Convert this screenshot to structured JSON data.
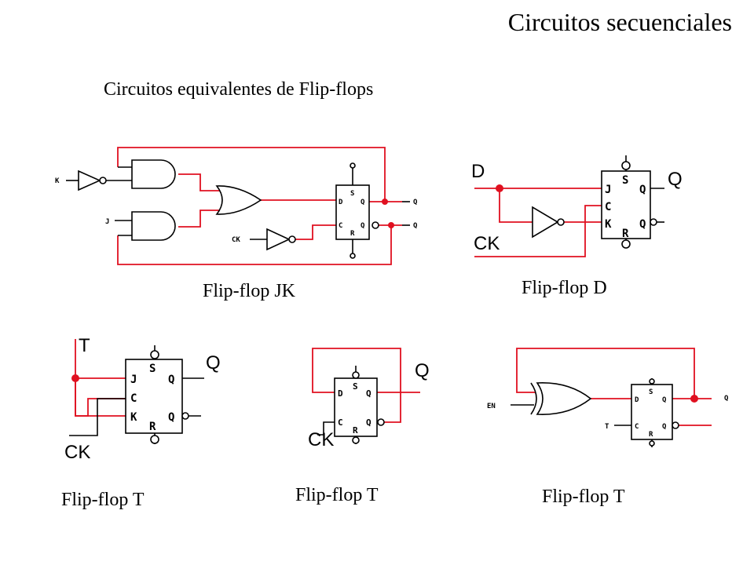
{
  "slide": {
    "title": "Circuitos secuenciales",
    "subtitle": "Circuitos equivalentes de Flip-flops"
  },
  "colors": {
    "wire": "#000000",
    "highlight_wire": "#e01020",
    "background": "#ffffff"
  },
  "diagrams": {
    "jk": {
      "caption": "Flip-flop JK",
      "labels": {
        "k": "K",
        "j": "J",
        "ck": "CK",
        "d": "D",
        "c": "C",
        "s": "S",
        "r": "R",
        "q": "Q",
        "qn": "Q"
      }
    },
    "d": {
      "caption": "Flip-flop D",
      "labels": {
        "d_in": "D",
        "ck_in": "CK",
        "j": "J",
        "c": "C",
        "k": "K",
        "s": "S",
        "r": "R",
        "q": "Q",
        "qn": "Q",
        "q_out": "Q"
      }
    },
    "t1": {
      "caption": "Flip-flop T",
      "labels": {
        "t_in": "T",
        "ck_in": "CK",
        "j": "J",
        "c": "C",
        "k": "K",
        "s": "S",
        "r": "R",
        "q": "Q",
        "qn": "Q",
        "q_out": "Q"
      }
    },
    "t2": {
      "caption": "Flip-flop T",
      "labels": {
        "ck_in": "CK",
        "d": "D",
        "c": "C",
        "s": "S",
        "r": "R",
        "q": "Q",
        "qn": "Q",
        "q_out": "Q"
      }
    },
    "t3": {
      "caption": "Flip-flop T",
      "labels": {
        "en": "EN",
        "t": "T",
        "d": "D",
        "c": "C",
        "s": "S",
        "r": "R",
        "q": "Q",
        "qn": "Q",
        "q_out": "Q"
      }
    }
  }
}
